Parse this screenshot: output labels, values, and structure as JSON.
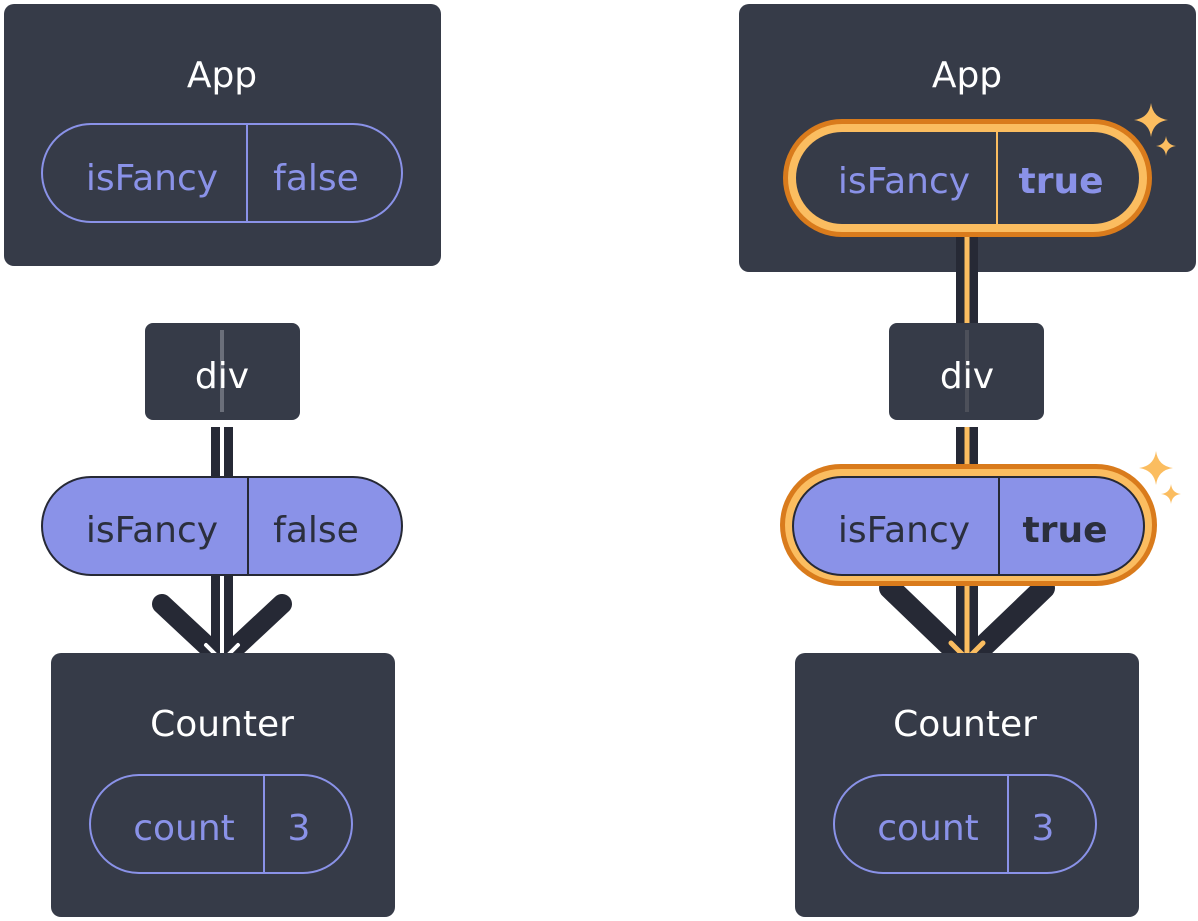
{
  "colors": {
    "box": "#363b48",
    "lavender": "#8a92e8",
    "highlight_outer": "#d97b1c",
    "highlight_inner": "#fbbd60",
    "sparkle": "#fbbd60",
    "arrow": "#262935"
  },
  "left": {
    "app": {
      "title": "App",
      "state": {
        "name": "isFancy",
        "value": "false"
      }
    },
    "div": {
      "label": "div"
    },
    "prop": {
      "name": "isFancy",
      "value": "false"
    },
    "counter": {
      "title": "Counter",
      "state": {
        "name": "count",
        "value": "3"
      }
    }
  },
  "right": {
    "app": {
      "title": "App",
      "state": {
        "name": "isFancy",
        "value": "true"
      }
    },
    "div": {
      "label": "div"
    },
    "prop": {
      "name": "isFancy",
      "value": "true"
    },
    "counter": {
      "title": "Counter",
      "state": {
        "name": "count",
        "value": "3"
      }
    }
  }
}
